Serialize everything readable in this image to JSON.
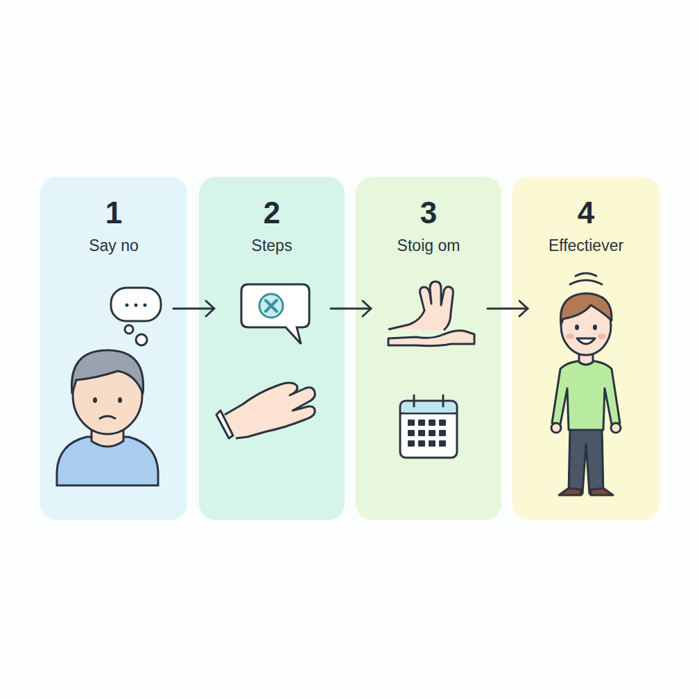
{
  "diagram": {
    "nodes": [
      {
        "text": [
          "1",
          "Say no"
        ]
      },
      {
        "text": [
          "2",
          "Steps"
        ]
      },
      {
        "text": [
          "3",
          "Stoig om"
        ]
      },
      {
        "text": [
          "4",
          "Effectiever"
        ]
      }
    ],
    "edges": [
      {
        "from": 0,
        "to": 1,
        "arrow": "to"
      },
      {
        "from": 1,
        "to": 2,
        "arrow": "to"
      },
      {
        "from": 2,
        "to": 3,
        "arrow": "to"
      }
    ]
  }
}
